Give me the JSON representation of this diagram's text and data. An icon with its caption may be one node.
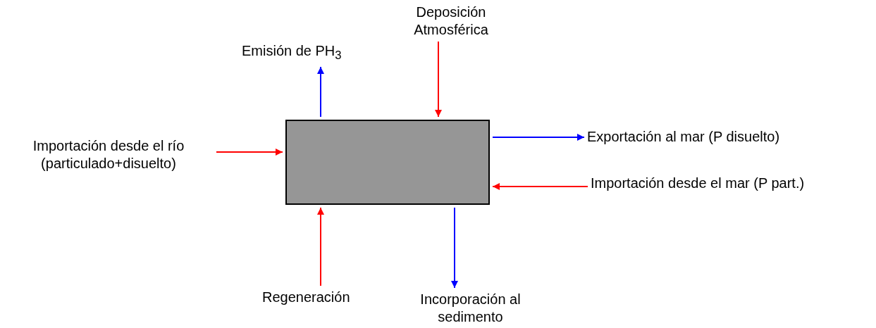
{
  "diagram": {
    "nodes": [
      {
        "text": [],
        "shape": "box"
      },
      {
        "text": [
          "Emisión de PH$_{3}$"
        ]
      },
      {
        "text": [
          "Deposición Atmosférica"
        ]
      },
      {
        "text": [
          "Importación desde el río (particulado+disuelto)"
        ]
      },
      {
        "text": [
          "Exportación al mar (P disuelto)"
        ]
      },
      {
        "text": [
          "Importación desde el mar (P part.)"
        ]
      },
      {
        "text": [
          "Regeneración"
        ]
      },
      {
        "text": [
          "Incorporación al sedimento"
        ]
      }
    ],
    "edges": [
      {
        "from": 0,
        "to": 1,
        "arrow": "to",
        "color": "#0000ff"
      },
      {
        "from": 2,
        "to": 0,
        "arrow": "to"
      },
      {
        "from": 3,
        "to": 0,
        "arrow": "to"
      },
      {
        "from": 0,
        "to": 4,
        "arrow": "to",
        "color": "#0000ff"
      },
      {
        "from": 5,
        "to": 0,
        "arrow": "to"
      },
      {
        "from": 6,
        "to": 0,
        "arrow": "to"
      },
      {
        "from": 0,
        "to": 7,
        "arrow": "to",
        "color": "#0000ff"
      }
    ]
  }
}
